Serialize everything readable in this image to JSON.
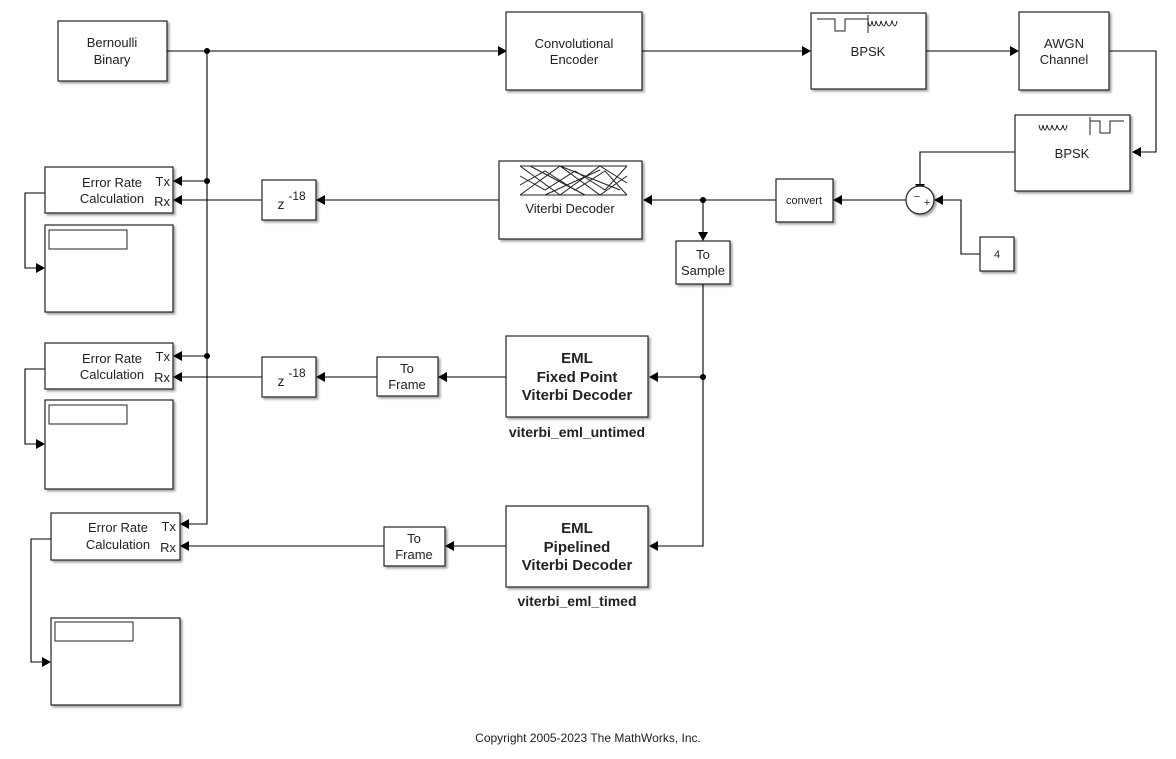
{
  "blocks": {
    "bernoulli": {
      "line1": "Bernoulli",
      "line2": "Binary"
    },
    "conv_encoder": {
      "line1": "Convolutional",
      "line2": "Encoder"
    },
    "bpsk_mod": {
      "label": "BPSK"
    },
    "awgn": {
      "line1": "AWGN",
      "line2": "Channel"
    },
    "bpsk_demod": {
      "label": "BPSK"
    },
    "sum": {
      "minus": "−",
      "plus": "+"
    },
    "constant": {
      "value": "4"
    },
    "convert": {
      "label": "convert"
    },
    "viterbi": {
      "label": "Viterbi Decoder"
    },
    "to_sample": {
      "line1": "To",
      "line2": "Sample"
    },
    "delay1": {
      "base": "z",
      "exp": "-18"
    },
    "delay2": {
      "base": "z",
      "exp": "-18"
    },
    "err1": {
      "line1": "Error Rate",
      "line2": "Calculation",
      "tx": "Tx",
      "rx": "Rx"
    },
    "err2": {
      "line1": "Error Rate",
      "line2": "Calculation",
      "tx": "Tx",
      "rx": "Rx"
    },
    "err3": {
      "line1": "Error Rate",
      "line2": "Calculation",
      "tx": "Tx",
      "rx": "Rx"
    },
    "to_frame1": {
      "line1": "To",
      "line2": "Frame"
    },
    "to_frame2": {
      "line1": "To",
      "line2": "Frame"
    },
    "eml_fixed": {
      "line1": "EML",
      "line2": "Fixed Point",
      "line3": "Viterbi Decoder",
      "name": "viterbi_eml_untimed"
    },
    "eml_pipelined": {
      "line1": "EML",
      "line2": "Pipelined",
      "line3": "Viterbi Decoder",
      "name": "viterbi_eml_timed"
    },
    "display1": {
      "value": ""
    },
    "display2": {
      "value": ""
    },
    "display3": {
      "value": ""
    }
  },
  "footer": {
    "copyright": "Copyright 2005-2023 The MathWorks, Inc."
  }
}
